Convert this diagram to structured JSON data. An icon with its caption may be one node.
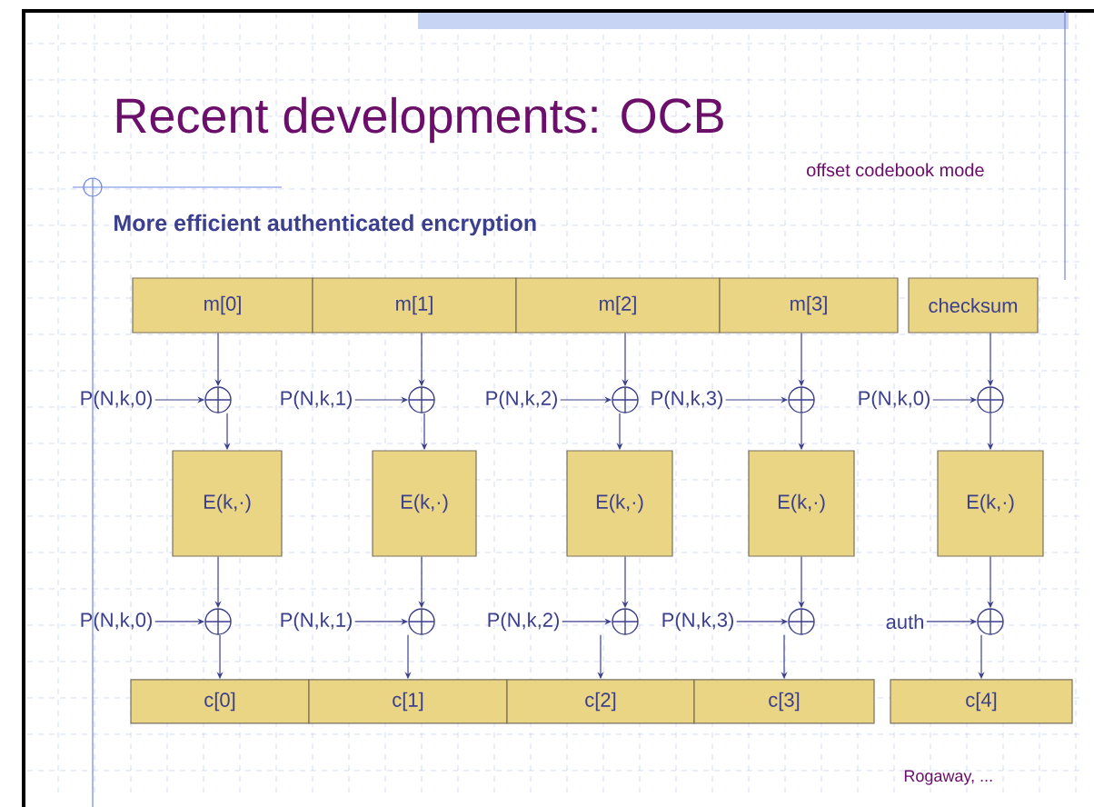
{
  "diagram": {
    "title": "Recent developments: OCB",
    "nodes": [
      {
        "text": [
          "m[0]"
        ]
      },
      {
        "text": [
          "m[1]"
        ]
      },
      {
        "text": [
          "m[2]"
        ]
      },
      {
        "text": [
          "m[3]"
        ]
      },
      {
        "text": [
          "checksum"
        ]
      },
      {
        "text": [],
        "shape": "circle"
      },
      {
        "text": [],
        "shape": "circle"
      },
      {
        "text": [],
        "shape": "circle"
      },
      {
        "text": [],
        "shape": "circle"
      },
      {
        "text": [],
        "shape": "circle"
      },
      {
        "text": [
          "P(N,k,0)"
        ]
      },
      {
        "text": [
          "P(N,k,1)"
        ]
      },
      {
        "text": [
          "P(N,k,2)"
        ]
      },
      {
        "text": [
          "P(N,k,3)"
        ]
      },
      {
        "text": [
          "P(N,k,0)"
        ]
      },
      {
        "text": [
          "E(k,·)"
        ]
      },
      {
        "text": [
          "E(k,·)"
        ]
      },
      {
        "text": [
          "E(k,·)"
        ]
      },
      {
        "text": [
          "E(k,·)"
        ]
      },
      {
        "text": [
          "E(k,·)"
        ]
      },
      {
        "text": [],
        "shape": "circle"
      },
      {
        "text": [],
        "shape": "circle"
      },
      {
        "text": [],
        "shape": "circle"
      },
      {
        "text": [],
        "shape": "circle"
      },
      {
        "text": [],
        "shape": "circle"
      },
      {
        "text": [
          "P(N,k,0)"
        ]
      },
      {
        "text": [
          "P(N,k,1)"
        ]
      },
      {
        "text": [
          "P(N,k,2)"
        ]
      },
      {
        "text": [
          "P(N,k,3)"
        ]
      },
      {
        "text": [
          "auth"
        ]
      },
      {
        "text": [
          "c[0]"
        ]
      },
      {
        "text": [
          "c[1]"
        ]
      },
      {
        "text": [
          "c[2]"
        ]
      },
      {
        "text": [
          "c[3]"
        ]
      },
      {
        "text": [
          "c[4]"
        ]
      }
    ],
    "edges": [
      {
        "from": 0,
        "to": 5,
        "arrow": "to"
      },
      {
        "from": 1,
        "to": 6,
        "arrow": "to"
      },
      {
        "from": 2,
        "to": 7,
        "arrow": "to"
      },
      {
        "from": 3,
        "to": 8,
        "arrow": "to"
      },
      {
        "from": 4,
        "to": 9,
        "arrow": "to"
      },
      {
        "from": 10,
        "to": 5,
        "arrow": "to"
      },
      {
        "from": 11,
        "to": 6,
        "arrow": "to"
      },
      {
        "from": 12,
        "to": 7,
        "arrow": "to"
      },
      {
        "from": 13,
        "to": 8,
        "arrow": "to"
      },
      {
        "from": 14,
        "to": 9,
        "arrow": "to"
      },
      {
        "from": 5,
        "to": 15,
        "arrow": "to"
      },
      {
        "from": 6,
        "to": 16,
        "arrow": "to"
      },
      {
        "from": 7,
        "to": 17,
        "arrow": "to"
      },
      {
        "from": 8,
        "to": 18,
        "arrow": "to"
      },
      {
        "from": 9,
        "to": 19,
        "arrow": "to"
      },
      {
        "from": 15,
        "to": 20,
        "arrow": "to"
      },
      {
        "from": 16,
        "to": 21,
        "arrow": "to"
      },
      {
        "from": 17,
        "to": 22,
        "arrow": "to"
      },
      {
        "from": 18,
        "to": 23,
        "arrow": "to"
      },
      {
        "from": 19,
        "to": 24,
        "arrow": "to"
      },
      {
        "from": 25,
        "to": 20,
        "arrow": "to"
      },
      {
        "from": 26,
        "to": 21,
        "arrow": "to"
      },
      {
        "from": 27,
        "to": 22,
        "arrow": "to"
      },
      {
        "from": 28,
        "to": 23,
        "arrow": "to"
      },
      {
        "from": 29,
        "to": 24,
        "arrow": "to"
      },
      {
        "from": 20,
        "to": 30,
        "arrow": "to"
      },
      {
        "from": 21,
        "to": 31,
        "arrow": "to"
      },
      {
        "from": 22,
        "to": 32,
        "arrow": "to"
      },
      {
        "from": 23,
        "to": 33,
        "arrow": "to"
      },
      {
        "from": 24,
        "to": 34,
        "arrow": "to"
      }
    ],
    "labels": [
      "offset codebook mode",
      "More efficient authenticated encryption",
      "Rogaway, ..."
    ]
  }
}
